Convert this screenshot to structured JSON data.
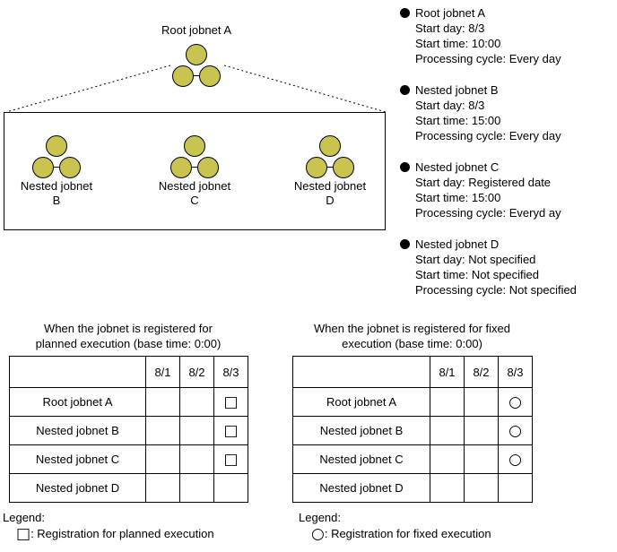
{
  "colors": {
    "jobnet_fill": "#c8c44f",
    "bullet": "#000000"
  },
  "diagram": {
    "root_label": "Root jobnet A",
    "nested": [
      {
        "line1": "Nested jobnet",
        "line2": "B"
      },
      {
        "line1": "Nested jobnet",
        "line2": "C"
      },
      {
        "line1": "Nested jobnet",
        "line2": "D"
      }
    ]
  },
  "details": [
    {
      "title": "Root jobnet A",
      "lines": [
        "Start day: 8/3",
        "Start time: 10:00",
        "Processing cycle: Every day"
      ]
    },
    {
      "title": "Nested jobnet B",
      "lines": [
        "Start day: 8/3",
        "Start time: 15:00",
        "Processing cycle: Every day"
      ]
    },
    {
      "title": "Nested jobnet C",
      "lines": [
        "Start day: Registered date",
        "Start time: 15:00",
        "Processing cycle: Everyd ay"
      ]
    },
    {
      "title": "Nested jobnet D",
      "lines": [
        "Start day: Not specified",
        "Start time: Not specified",
        "Processing cycle: Not specified"
      ]
    }
  ],
  "tables": [
    {
      "title_line1": "When the jobnet is registered for",
      "title_line2": "planned execution (base time: 0:00)",
      "columns": [
        "8/1",
        "8/2",
        "8/3"
      ],
      "rows": [
        {
          "label": "Root jobnet A",
          "cells": [
            "",
            "",
            "□"
          ]
        },
        {
          "label": "Nested jobnet B",
          "cells": [
            "",
            "",
            "□"
          ]
        },
        {
          "label": "Nested jobnet C",
          "cells": [
            "",
            "",
            "□"
          ]
        },
        {
          "label": "Nested jobnet D",
          "cells": [
            "",
            "",
            ""
          ]
        }
      ],
      "legend_label": "Legend:",
      "legend_symbol": "□",
      "legend_text": ": Registration for planned execution"
    },
    {
      "title_line1": "When the jobnet is registered for fixed",
      "title_line2": "execution (base time: 0:00)",
      "columns": [
        "8/1",
        "8/2",
        "8/3"
      ],
      "rows": [
        {
          "label": "Root jobnet A",
          "cells": [
            "",
            "",
            "○"
          ]
        },
        {
          "label": "Nested jobnet B",
          "cells": [
            "",
            "",
            "○"
          ]
        },
        {
          "label": "Nested jobnet C",
          "cells": [
            "",
            "",
            "○"
          ]
        },
        {
          "label": "Nested jobnet D",
          "cells": [
            "",
            "",
            ""
          ]
        }
      ],
      "legend_label": "Legend:",
      "legend_symbol": "○",
      "legend_text": ": Registration for fixed execution"
    }
  ]
}
